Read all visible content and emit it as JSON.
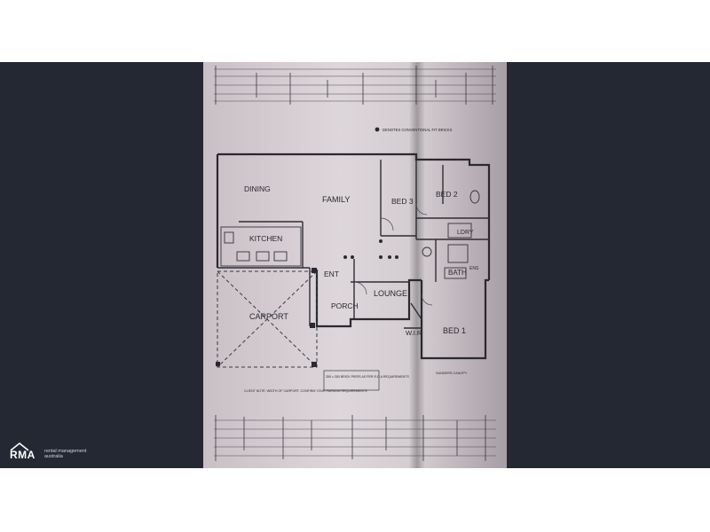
{
  "watermark": {
    "main": "RMA",
    "line1": "rental management",
    "line2": "australia"
  },
  "plan": {
    "note_top": "DENOTES CONVENTIONAL FIT BRICKS",
    "rooms": {
      "dining": "DINING",
      "family": "FAMILY",
      "bed3": "BED 3",
      "bed2": "BED 2",
      "kitchen": "KITCHEN",
      "ent": "ENT",
      "lounge": "LOUNGE",
      "carport": "CARPORT",
      "porch": "PORCH",
      "bath": "BATH",
      "bed1": "BED 1",
      "wir": "W.I.R",
      "ldry": "LDRY",
      "ens": "ENS"
    },
    "note_piers": "350 x 350 BRICK PIERS AS PER R.D.A REQUIREMENTS",
    "note_client": "CLIENT NOTE: WIDTH OF CARPORT. CONFIRM YOUR PARKING REQUIREMENTS",
    "note_canopy": "SANDERS CANOPY"
  },
  "colors": {
    "band": "#232833",
    "paper": "#d9d2d6",
    "ink": "#2a2830"
  }
}
